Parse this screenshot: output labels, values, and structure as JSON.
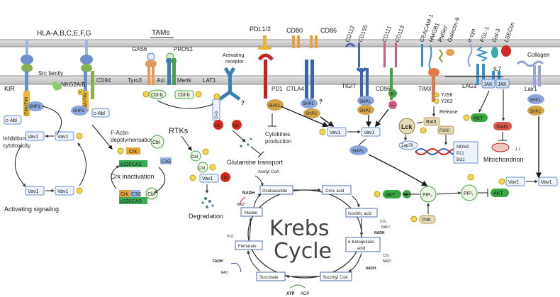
{
  "ligands_top": {
    "hla": "HLA-A,B,C,E,F,G",
    "tams": "TAMs",
    "gas6": "GAS6",
    "pros1": "PROS1",
    "pdl": "PDL1/2",
    "cd80": "CD80",
    "cd86": "CD86",
    "cd112": "CD112",
    "cd155": "CD155",
    "cd111": "CD111",
    "cd113": "CD113",
    "ceacam": "CEACAM-1",
    "hmgb1": "HMGB1",
    "ptdser": "PtdSer",
    "galectin9": "Galectin-9",
    "asyn": "α-syn",
    "fgl1": "FGL-1",
    "gal3": "Gal-3",
    "lsectin": "LSECtin",
    "collagen": "Collagen"
  },
  "receptors": {
    "kir": "KIR",
    "nkg2ab": "NKG2A/B",
    "cd94": "CD94",
    "tyro3": "Tyro3",
    "axl": "Axl",
    "mertk": "Mertk",
    "lat1": "LAT1",
    "activating_receptor": "Activating receptor",
    "pd1": "PD1",
    "ctla4": "CTLA4",
    "tigit": "TIGIT",
    "cd96": "CD96",
    "tim3": "TIM3",
    "lag3": "LAG3",
    "il7": "IL7",
    "lair1": "Lair1",
    "itim": "ITIM-ITIM"
  },
  "molecules": {
    "p": "P",
    "shp1": "SHP1",
    "shp2": "SHP2",
    "cabl": "c-Abl",
    "src_family": "Src family",
    "cblb": "Cbl-b",
    "clnb": "Cl-b",
    "ub": "Ub",
    "cbl": "Cbl",
    "vav1": "Vav1",
    "crk": "Crk",
    "p130cas": "p130CAS",
    "c3g": "C3G",
    "rtks": "RTKs",
    "lck": "Lck",
    "zap70": "Zap70",
    "bat3": "Bat3",
    "p300": "P300",
    "y256": "Y256",
    "y263": "Y263",
    "release": "Release",
    "jak": "JAK",
    "akt": "AKT",
    "stat5": "Stat5",
    "pip2": "PIP₂",
    "pip3": "PIP₃",
    "pi3k": "PI3K",
    "mdm2": "MDM2",
    "p21": "P21",
    "bcl2": "Bcl2",
    "question": "?",
    "plus": "+",
    "minus": "−"
  },
  "processes": {
    "inhibition": "Inhibition of cytotoxicity",
    "activating_signaling": "Activating signaling",
    "factin": "F-Actin depolymerisation",
    "crk_inactivation": "Crk inactivation",
    "degradation": "Degradation",
    "glutamine": "Glutamine transport",
    "acetyl": "Acetyl CoA",
    "cytokines": "Cytokines production",
    "mitochondrion": "Mitochondrion"
  },
  "krebs": {
    "title_line1": "Krebs",
    "title_line2": "Cycle",
    "oxaloacetate": "Oxaloacetate",
    "citric_acid": "Citric acid",
    "isocitric_acid": "Isocitric acid",
    "akg_line1": "α-Ketoglutaric",
    "akg_line2": "acid",
    "succinyl": "Succinyl CoA",
    "succinate": "Succinate",
    "fumarate": "Fumarate",
    "malate": "Malate",
    "nadh": "NADH",
    "nad": "NAD⁺",
    "co2": "CO₂",
    "fadh2": "FADH²",
    "fad": "FAD",
    "atp": "ATP",
    "adp": "ADP",
    "h2o": "H₂O"
  },
  "colors": {
    "membrane": "#c9c9c9",
    "membrane_line": "#8f8f8f",
    "phospho": "#f2d64b",
    "shp": "#8aa6dc",
    "shp2": "#d4a449",
    "ub": "#d12a1f",
    "akt": "#38a73f",
    "stat5": "#e0564a",
    "crk": "#e8a33a",
    "p130": "#3bab56",
    "lck": "#e5dbb6",
    "krebs_box": "#4b6fa8",
    "nadh": "#c0262b"
  }
}
